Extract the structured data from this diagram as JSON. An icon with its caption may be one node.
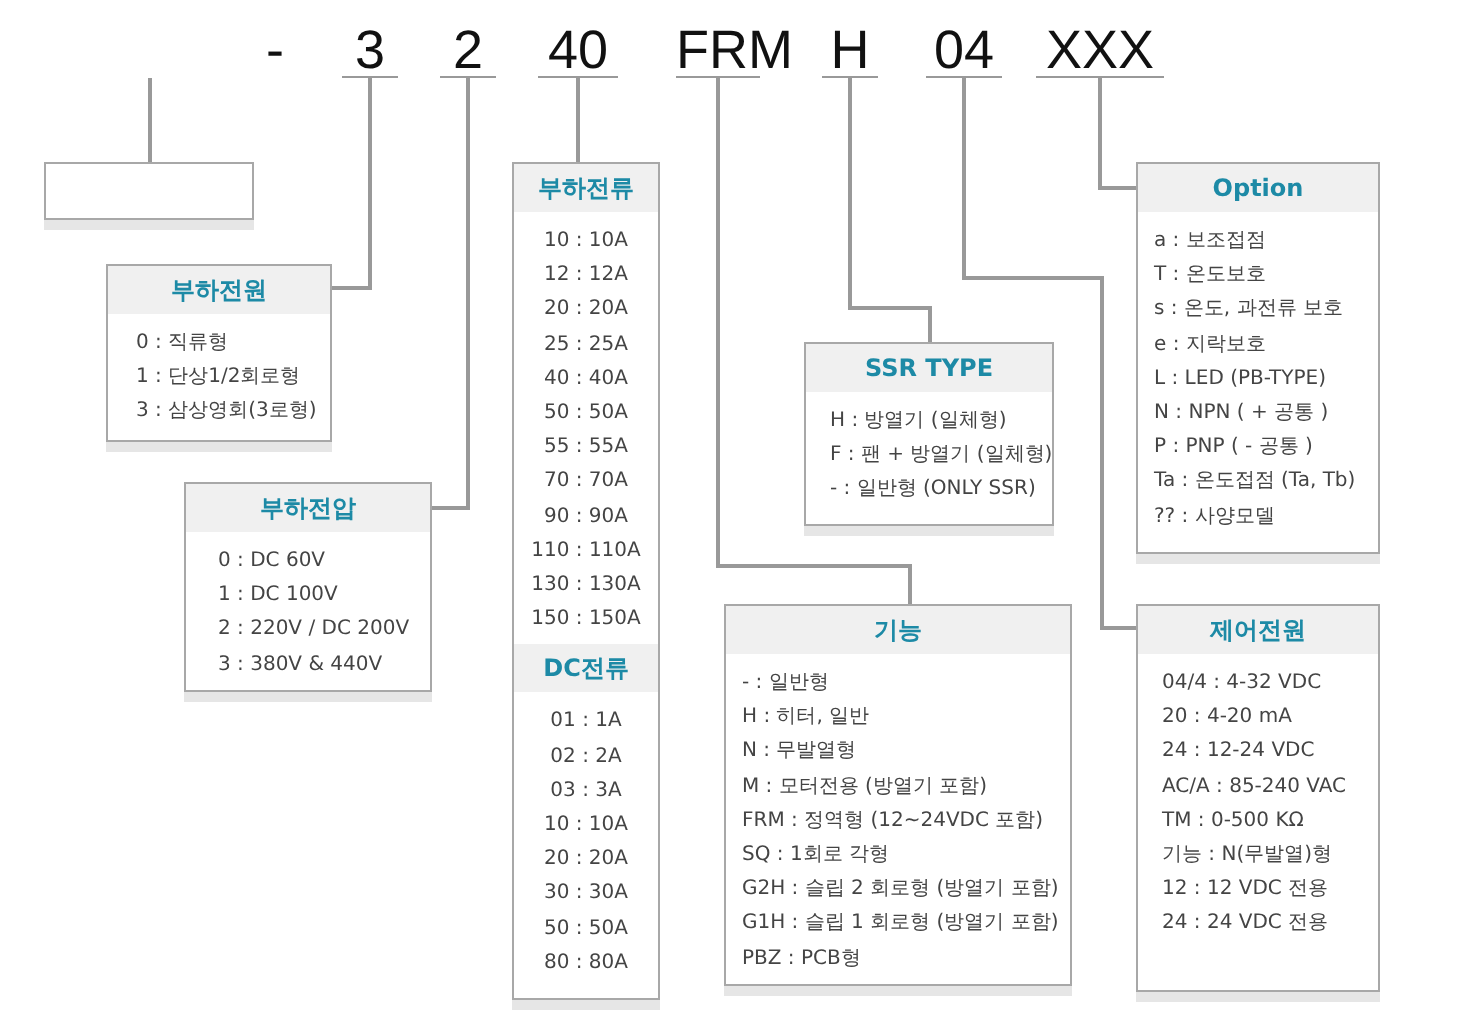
{
  "diagram": {
    "nodes": [
      {
        "text": [
          "3"
        ]
      },
      {
        "text": [
          "2"
        ]
      },
      {
        "text": [
          "40"
        ]
      },
      {
        "text": [
          "FRM"
        ]
      },
      {
        "text": [
          "H"
        ]
      },
      {
        "text": [
          "04"
        ]
      },
      {
        "text": [
          "XXX"
        ]
      },
      {
        "text": [],
        "shape": "box"
      },
      {
        "text": [
          "부하전원",
          "0 : 직류형",
          "1 : 단상1/2회로형",
          "3 : 삼상영회(3로형)"
        ]
      },
      {
        "text": [
          "부하전압",
          "0 : DC 60V",
          "1 : DC 100V",
          "2 : 220V / DC 200V",
          "3 : 380V & 440V"
        ]
      },
      {
        "text": [
          "부하전류",
          "10 : 10A",
          "12 : 12A",
          "20 : 20A",
          "25 : 25A",
          "40 : 40A",
          "50 : 50A",
          "55 : 55A",
          "70 : 70A",
          "90 : 90A",
          "110 : 110A",
          "130 : 130A",
          "150 : 150A",
          "DC전류",
          "01 : 1A",
          "02 : 2A",
          "03 : 3A",
          "10 : 10A",
          "20 : 20A",
          "30 : 30A",
          "50 : 50A",
          "80 : 80A"
        ]
      },
      {
        "text": [
          "SSR TYPE",
          "H : 방열기 (일체형)",
          "F : 팬 + 방열기 (일체형)",
          "- : 일반형 (ONLY SSR)"
        ]
      },
      {
        "text": [
          "기능",
          "- : 일반형",
          "H : 히터, 일반",
          "N : 무발열형",
          "M : 모터전용 (방열기 포함)",
          "FRM : 정역형 (12~24VDC 포함)",
          "SQ : 1회로 각형",
          "G2H : 슬립 2 회로형 (방열기 포함)",
          "G1H : 슬립 1 회로형 (방열기 포함)",
          "PBZ : PCB형"
        ]
      },
      {
        "text": [
          "Option",
          "a : 보조접점",
          "T : 온도보호",
          "s : 온도, 과전류 보호",
          "e : 지락보호",
          "L : LED (PB-TYPE)",
          "N : NPN ( + 공통 )",
          "P : PNP ( - 공통 )",
          "Ta : 온도접점 (Ta, Tb)",
          "?? : 사양모델"
        ]
      },
      {
        "text": [
          "제어전원",
          "04/4 : 4-32 VDC",
          "20 : 4-20 mA",
          "24 : 12-24 VDC",
          "AC/A : 85-240 VAC",
          "TM : 0-500 KΩ",
          "기능 : N(무발열)형",
          "12 : 12 VDC 전용",
          "24 : 24 VDC 전용"
        ]
      }
    ],
    "edges": [
      {
        "from": null,
        "to": 7,
        "arrow": "none"
      },
      {
        "from": 0,
        "to": 8,
        "arrow": "none"
      },
      {
        "from": 1,
        "to": 9,
        "arrow": "none"
      },
      {
        "from": 2,
        "to": 10,
        "arrow": "none"
      },
      {
        "from": 3,
        "to": 12,
        "arrow": "none"
      },
      {
        "from": 4,
        "to": 11,
        "arrow": "none"
      },
      {
        "from": 5,
        "to": 14,
        "arrow": "none"
      },
      {
        "from": 6,
        "to": 13,
        "arrow": "none"
      }
    ],
    "labels": [
      "-"
    ]
  }
}
